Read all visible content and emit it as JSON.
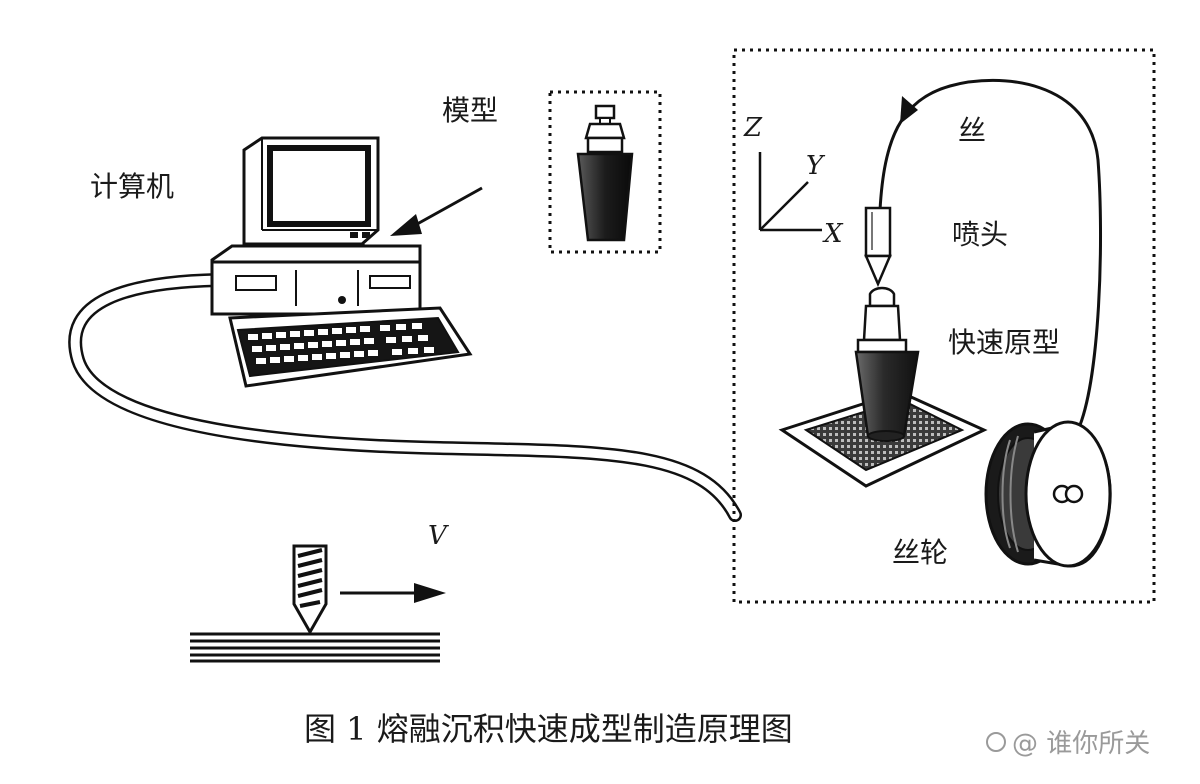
{
  "labels": {
    "computer": "计算机",
    "model": "模型",
    "filament": "丝",
    "nozzle": "喷头",
    "rapid_prototype": "快速原型",
    "spool": "丝轮",
    "velocity": "V"
  },
  "axes": {
    "z": "Z",
    "y": "Y",
    "x": "X"
  },
  "caption": "图 1  熔融沉积快速成型制造原理图",
  "watermark": "@ 谁你所关"
}
